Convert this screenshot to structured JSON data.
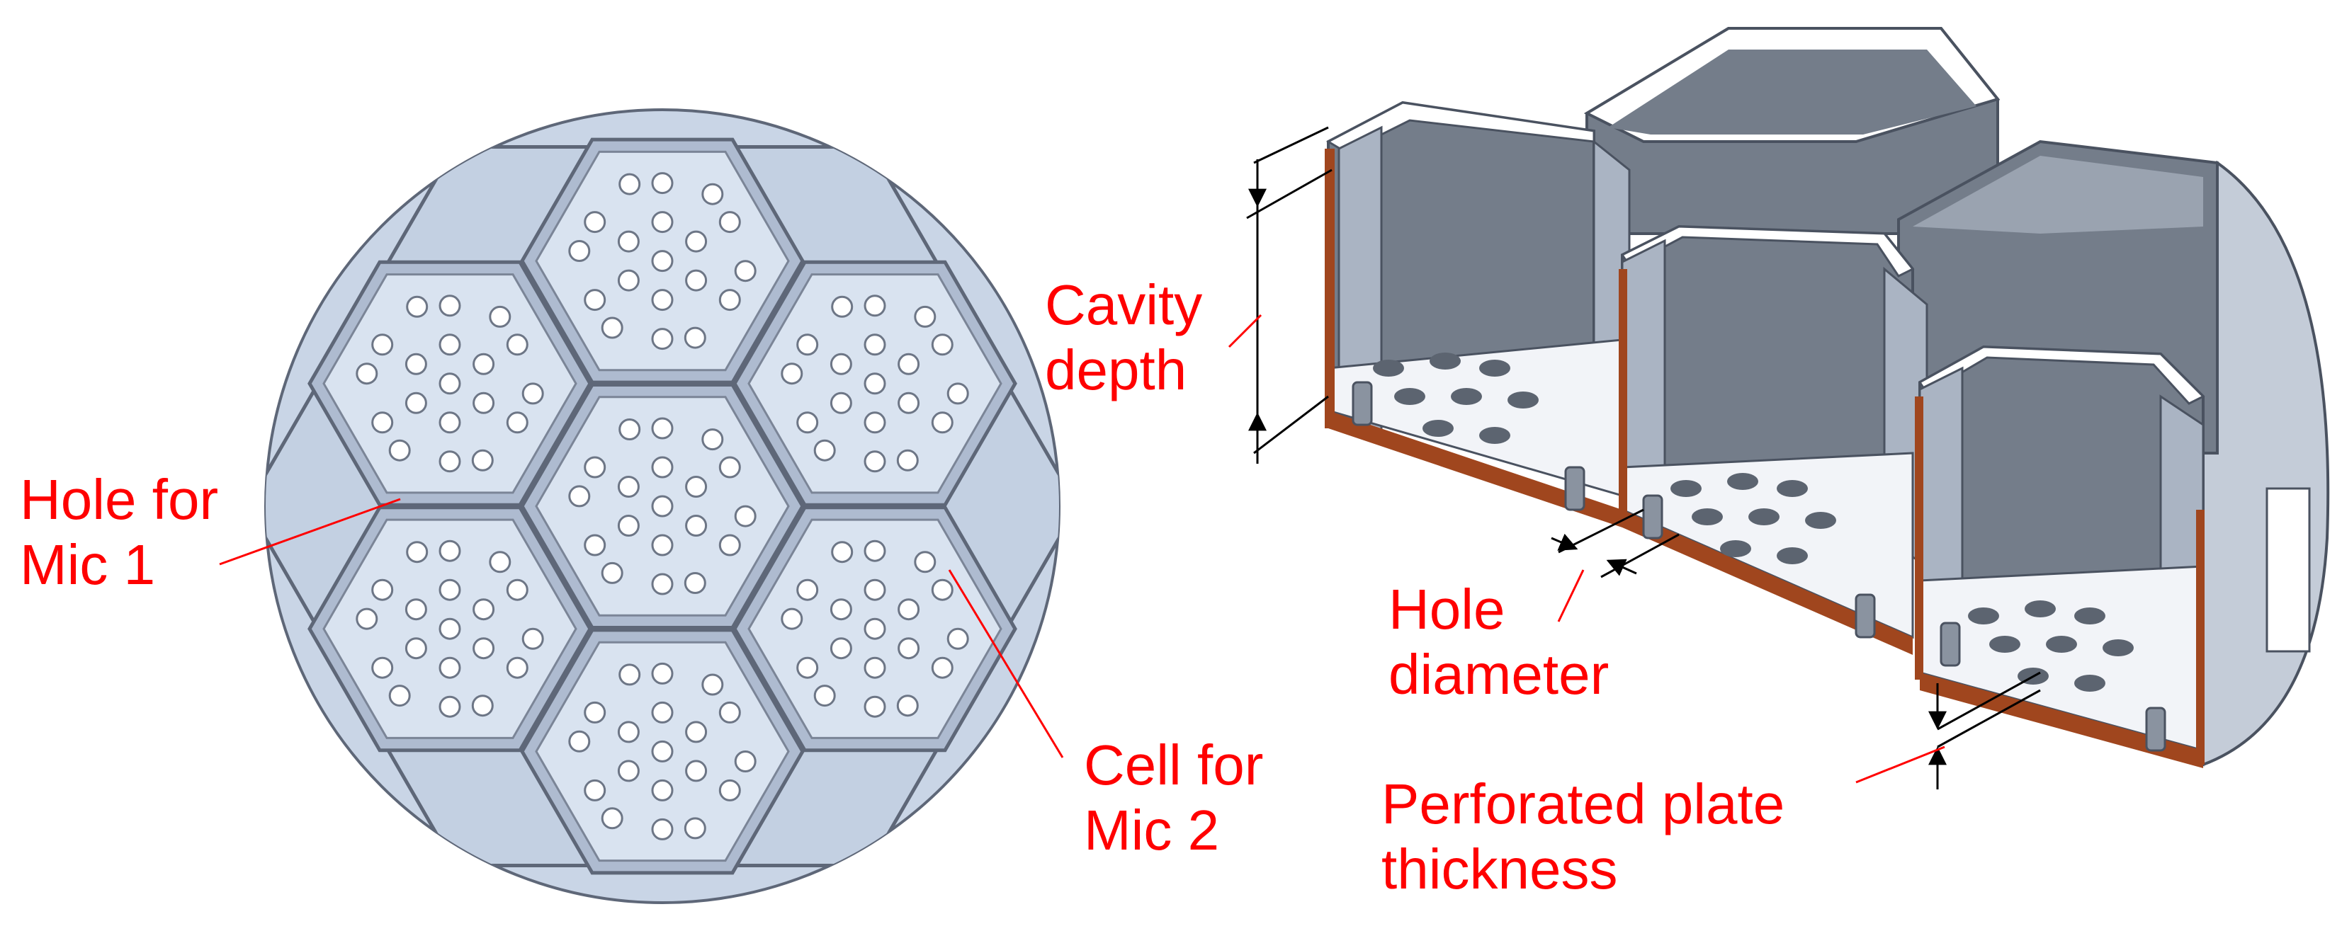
{
  "labels": {
    "hole_for_mic_1": [
      "Hole for",
      "Mic 1"
    ],
    "cell_for_mic_2": [
      "Cell for",
      "Mic 2"
    ],
    "cavity_depth": [
      "Cavity",
      "depth"
    ],
    "hole_diameter": [
      "Hole",
      "diameter"
    ],
    "plate_thickness": [
      "Perforated plate",
      "thickness"
    ]
  },
  "colors": {
    "label": "#ff0000",
    "disc_fill": "#c9d5e6",
    "cell_fill": "#d9e3f0",
    "edge": "#5e6778",
    "wall_light": "#aab4c3",
    "wall_dark": "#747d8a",
    "plate_edge": "#a0461e",
    "dimension": "#000000"
  },
  "icons": [
    "dimension-arrow-icon",
    "leader-line-icon"
  ]
}
